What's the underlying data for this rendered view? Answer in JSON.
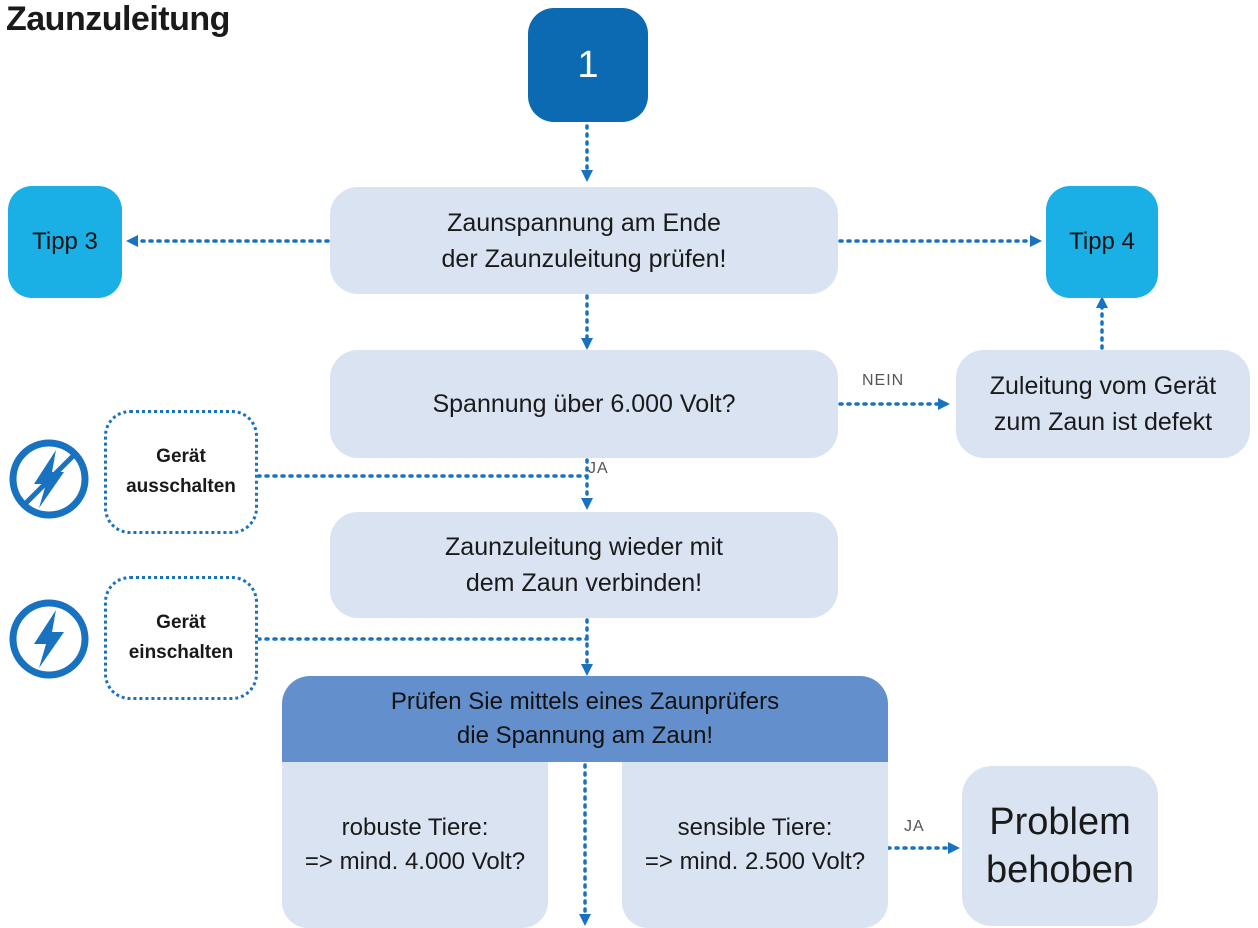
{
  "title": "Zaunzuleitung",
  "start": {
    "label": "1"
  },
  "tips": {
    "left": "Tipp 3",
    "right": "Tipp 4"
  },
  "steps": {
    "check_voltage_end": [
      "Zaunspannung am Ende",
      "der Zaunzuleitung prüfen!"
    ],
    "voltage_question": "Spannung über 6.000 Volt?",
    "line_defect": [
      "Zuleitung vom Gerät",
      "zum Zaun ist defekt"
    ],
    "reconnect": [
      "Zaunzuleitung wieder mit",
      "dem Zaun verbinden!"
    ],
    "check_fence": [
      "Prüfen Sie mittels eines Zaunprüfers",
      "die Spannung am Zaun!"
    ],
    "robust": [
      "robuste Tiere:",
      "=> mind. 4.000 Volt?"
    ],
    "sensitive": [
      "sensible Tiere:",
      "=> mind. 2.500 Volt?"
    ],
    "solved": [
      "Problem",
      "behoben"
    ]
  },
  "device": {
    "off": [
      "Gerät",
      "ausschalten"
    ],
    "on": [
      "Gerät",
      "einschalten"
    ]
  },
  "edge_labels": {
    "nein": "NEIN",
    "ja1": "JA",
    "ja2": "JA"
  },
  "colors": {
    "start": "#0b6ab1",
    "tip": "#1ab0e6",
    "step": "#d9e3f1",
    "header": "#6390cc",
    "arrow": "#1872c0"
  }
}
